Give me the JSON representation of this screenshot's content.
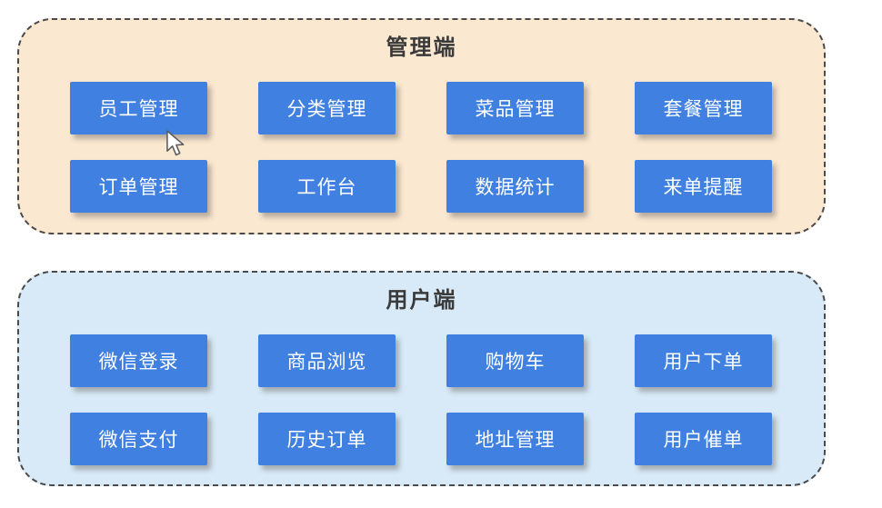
{
  "colors": {
    "button_bg": "#4080E0",
    "button_text": "#FFFFFF",
    "admin_panel_bg": "#FBE8D1",
    "user_panel_bg": "#D8EAF8",
    "panel_border": "#4A4A4A",
    "title_text": "#3A3A3A"
  },
  "panels": [
    {
      "id": "admin",
      "title": "管理端",
      "buttons": [
        "员工管理",
        "分类管理",
        "菜品管理",
        "套餐管理",
        "订单管理",
        "工作台",
        "数据统计",
        "来单提醒"
      ]
    },
    {
      "id": "user",
      "title": "用户端",
      "buttons": [
        "微信登录",
        "商品浏览",
        "购物车",
        "用户下单",
        "微信支付",
        "历史订单",
        "地址管理",
        "用户催单"
      ]
    }
  ],
  "cursor": {
    "icon": "arrow-cursor"
  }
}
